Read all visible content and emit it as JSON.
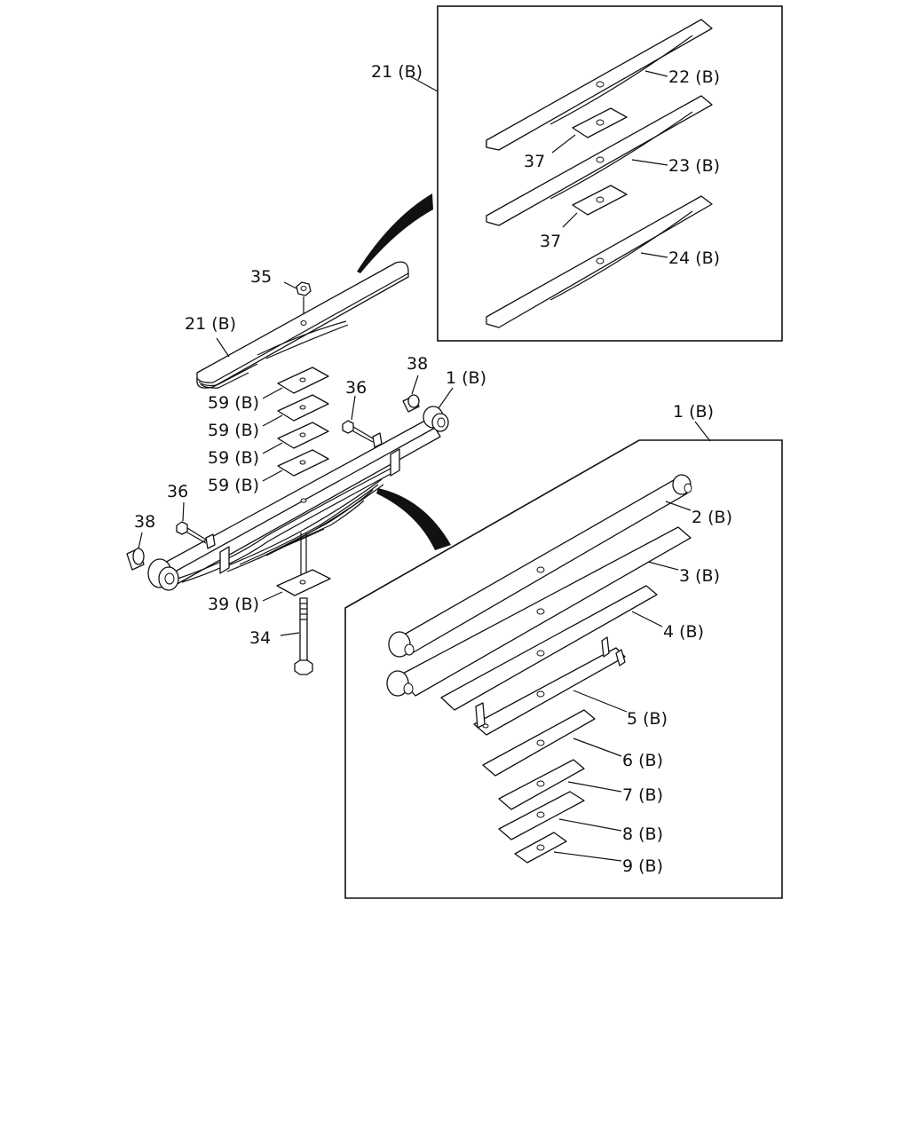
{
  "labels": {
    "pack_upper_box": "21 (B)",
    "leaf_22": "22 (B)",
    "leaf_23": "23 (B)",
    "leaf_24": "24 (B)",
    "liner_37_a": "37",
    "liner_37_b": "37",
    "nut_35": "35",
    "pack_upper": "21 (B)",
    "bush_38_right": "38",
    "spring_assembly": "1 (B)",
    "bolt_36_right": "36",
    "pad_59_1": "59 (B)",
    "pad_59_2": "59 (B)",
    "pad_59_3": "59 (B)",
    "pad_59_4": "59 (B)",
    "bolt_36_left": "36",
    "bush_38_left": "38",
    "pad_39": "39 (B)",
    "center_bolt_34": "34",
    "spring_assembly_box": "1 (B)",
    "leaf_2": "2 (B)",
    "leaf_3": "3 (B)",
    "leaf_4": "4 (B)",
    "leaf_5": "5 (B)",
    "leaf_6": "6 (B)",
    "leaf_7": "7 (B)",
    "leaf_8": "8 (B)",
    "leaf_9": "9 (B)"
  },
  "colors": {
    "line": "#111111",
    "background": "#ffffff"
  }
}
